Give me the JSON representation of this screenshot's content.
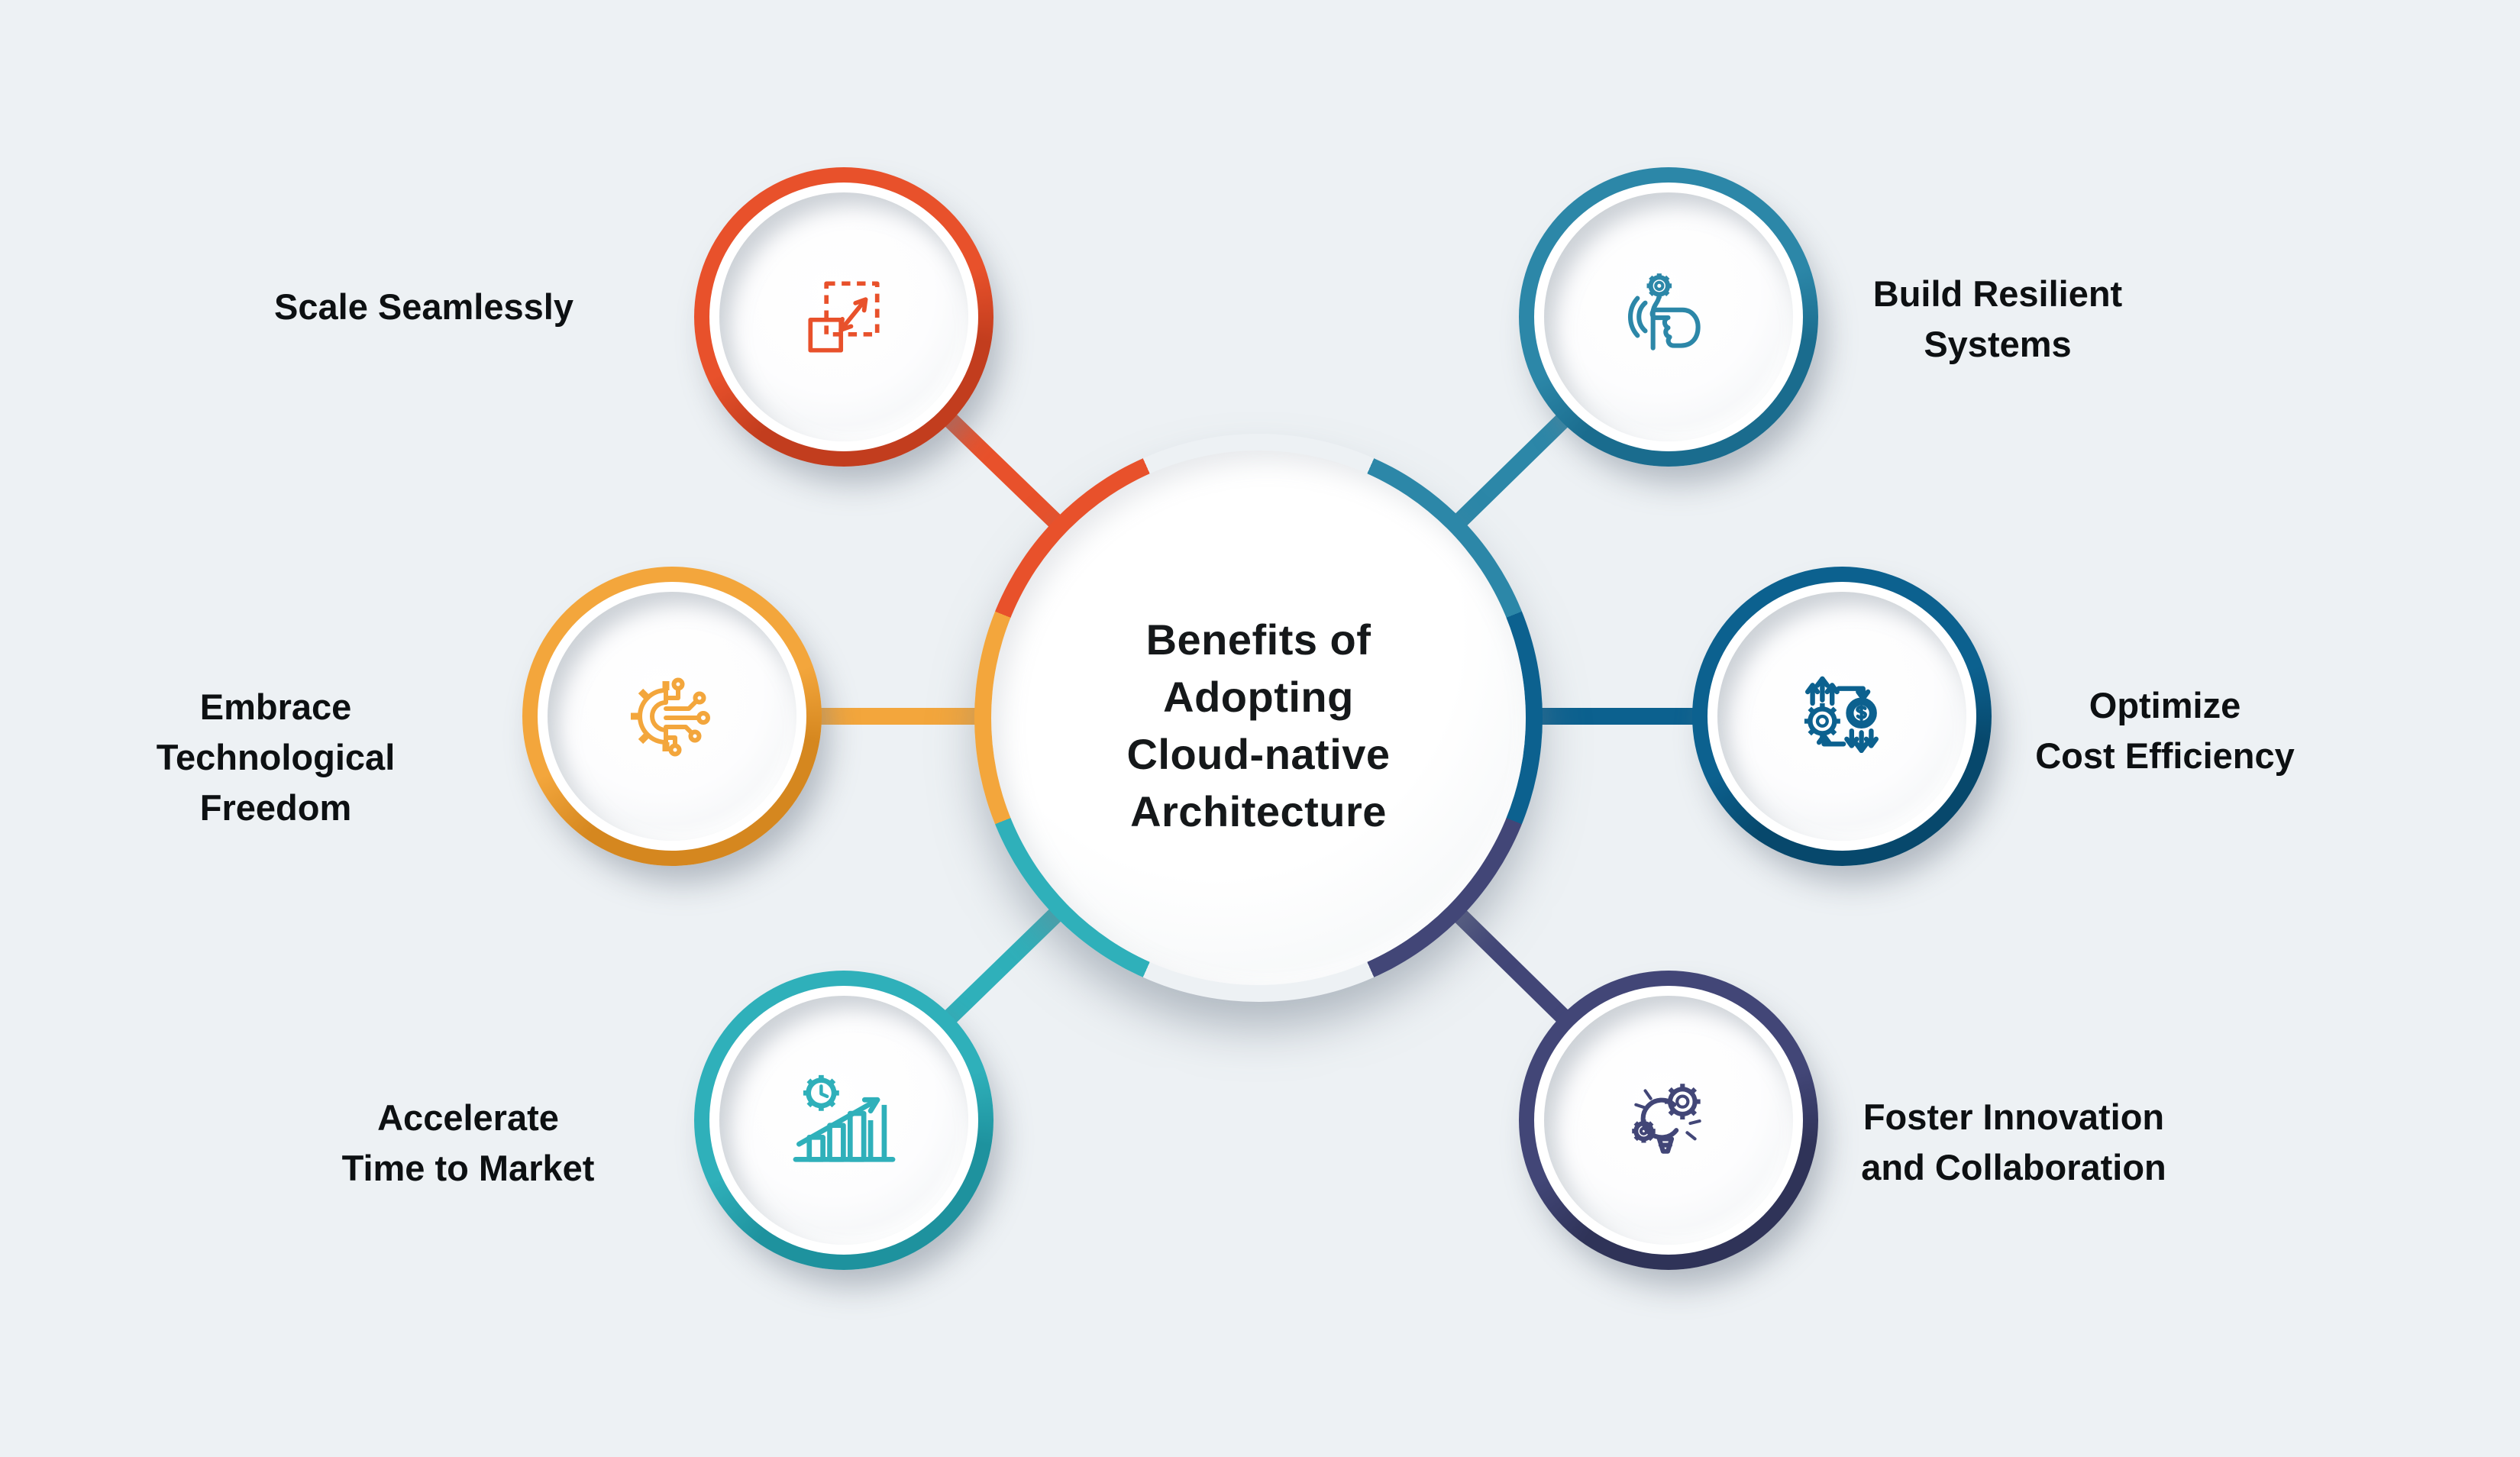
{
  "title": "Benefits of Adopting Cloud-native Architecture",
  "background_color": "#EDF1F4",
  "text_color": "#0D1012",
  "hub": {
    "title": "Benefits of Adopting Cloud-native Architecture",
    "title_lines": [
      "Benefits of",
      "Adopting",
      "Cloud-native",
      "Architecture"
    ]
  },
  "nodes": [
    {
      "id": "scale-seamlessly",
      "label": "Scale Seamlessly",
      "lines": [
        "Scale Seamlessly"
      ],
      "icon": "resize-expand-icon",
      "color": "#E8512B",
      "color_dark": "#C23D1E"
    },
    {
      "id": "embrace-technological-freedom",
      "label": "Embrace Technological Freedom",
      "lines": [
        "Embrace",
        "Technological",
        "Freedom"
      ],
      "icon": "gear-circuit-icon",
      "color": "#F3A63C",
      "color_dark": "#D5871F"
    },
    {
      "id": "accelerate-time-to-market",
      "label": "Accelerate Time to Market",
      "lines": [
        "Accelerate",
        "Time to Market"
      ],
      "icon": "growth-chart-clock-icon",
      "color": "#2FB0BA",
      "color_dark": "#1E929E"
    },
    {
      "id": "build-resilient-systems",
      "label": "Build Resilient Systems",
      "lines": [
        "Build Resilient",
        "Systems"
      ],
      "icon": "hand-gear-icon",
      "color": "#2C87A8",
      "color_dark": "#1A6C8E"
    },
    {
      "id": "optimize-cost-efficiency",
      "label": "Optimize Cost Efficiency",
      "lines": [
        "Optimize",
        "Cost Efficiency"
      ],
      "icon": "gear-dollar-exchange-icon",
      "color": "#0C618F",
      "color_dark": "#07486C"
    },
    {
      "id": "foster-innovation-and-collaboration",
      "label": "Foster Innovation and Collaboration",
      "lines": [
        "Foster Innovation",
        "and Collaboration"
      ],
      "icon": "lightbulb-gears-icon",
      "color": "#424677",
      "color_dark": "#2F3358"
    }
  ]
}
